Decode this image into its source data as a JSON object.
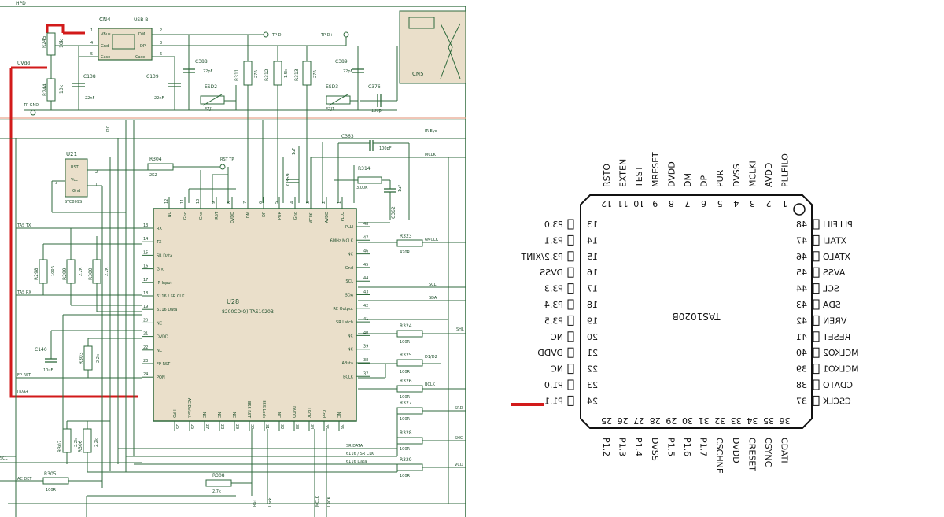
{
  "schematic": {
    "colors": {
      "wire": "#2f6a3c",
      "ic_fill": "#eadfca",
      "red": "#d21a1a",
      "sep": "#e8a58c",
      "text": "#1f4f2c"
    },
    "net_hpd": "HPD",
    "usb": {
      "ref": "CN4",
      "type": "USB-B",
      "pin_vbus": "VBus",
      "pin_gnd": "Gnd",
      "pin_case": "Case",
      "pin_case2": "Case",
      "pin_dm": "DM",
      "pin_dp": "DP",
      "p1": "1",
      "p2": "2",
      "p3": "3",
      "p4": "4",
      "p5": "5",
      "p6": "6"
    },
    "r245": {
      "ref": "R245",
      "value": "10k"
    },
    "r244": {
      "ref": "R244",
      "value": "10k"
    },
    "uvdd_label": "UVdd",
    "tp_gnd": "TP GND",
    "c138": {
      "ref": "C138",
      "value": "22nF"
    },
    "c139": {
      "ref": "C139",
      "value": "22nF"
    },
    "c388": {
      "ref": "C388",
      "value": "22pF"
    },
    "esd2": {
      "ref": "ESD2",
      "value": "EZJ1"
    },
    "r311": {
      "ref": "R311",
      "value": "27R"
    },
    "r312": {
      "ref": "R312",
      "value": "1.5k"
    },
    "r313": {
      "ref": "R313",
      "value": "27R"
    },
    "esd3": {
      "ref": "ESD3",
      "value": "EZJ1"
    },
    "c389": {
      "ref": "C389",
      "value": "22pF"
    },
    "c376": {
      "ref": "C376",
      "value": "100pF"
    },
    "tp_dm": "TP D-",
    "tp_dp": "TP D+",
    "cn5": "CN5",
    "label_i2": "I2C",
    "ir_eye": "IR Eye",
    "c363": {
      "ref": "C363",
      "value": "100pF"
    },
    "mclk_net": "MCLK",
    "u21": {
      "ref": "U21",
      "part": "STC809S",
      "pin_rst": "RST",
      "pin_vcc": "Vcc",
      "pin_gnd": "Gnd",
      "p1": "1",
      "p2": "2",
      "p3": "3"
    },
    "r304": {
      "ref": "R304",
      "value": "2K2"
    },
    "rst_tp": "RST TP",
    "c359": {
      "ref": "C359",
      "value": "1uF"
    },
    "r314": {
      "ref": "R314",
      "value": "3.00K"
    },
    "c362": {
      "ref": "C362",
      "value": "1uF"
    },
    "tas_tx": "TAS TX",
    "tas_rx": "TAS RX",
    "r298": {
      "ref": "R298",
      "value": "100R"
    },
    "r299": {
      "ref": "R299",
      "value": "2.2K"
    },
    "r300": {
      "ref": "R300",
      "value": "2.2K"
    },
    "u28": {
      "ref": "U28",
      "part": "8200CD(Q) TAS1020B"
    },
    "left_pins": [
      {
        "n": "13",
        "label": "RX"
      },
      {
        "n": "14",
        "label": "TX"
      },
      {
        "n": "15",
        "label": "SR Data"
      },
      {
        "n": "16",
        "label": "Gnd"
      },
      {
        "n": "17",
        "label": "IR Input"
      },
      {
        "n": "18",
        "label": "6116 / SR CLK"
      },
      {
        "n": "19",
        "label": "6116 Data"
      },
      {
        "n": "20",
        "label": "NC"
      },
      {
        "n": "21",
        "label": "DVDD"
      },
      {
        "n": "22",
        "label": "NC"
      },
      {
        "n": "23",
        "label": "FP RST"
      },
      {
        "n": "24",
        "label": "PON"
      }
    ],
    "right_pins": [
      {
        "n": "48",
        "label": "PLLI"
      },
      {
        "n": "47",
        "label": "6MHz MCLK"
      },
      {
        "n": "46",
        "label": "NC"
      },
      {
        "n": "45",
        "label": "Gnd"
      },
      {
        "n": "44",
        "label": "SCL"
      },
      {
        "n": "43",
        "label": "SDA"
      },
      {
        "n": "42",
        "label": "RC Output"
      },
      {
        "n": "41",
        "label": "SR Latch"
      },
      {
        "n": "40",
        "label": "NC"
      },
      {
        "n": "39",
        "label": "NC"
      },
      {
        "n": "38",
        "label": "ABsta"
      },
      {
        "n": "37",
        "label": "BCLK"
      }
    ],
    "top_pins": [
      {
        "n": "12",
        "label": "NC"
      },
      {
        "n": "11",
        "label": "Gnd"
      },
      {
        "n": "10",
        "label": "Gnd"
      },
      {
        "n": "9",
        "label": "RST"
      },
      {
        "n": "8",
        "label": "DVDD"
      },
      {
        "n": "7",
        "label": "DM"
      },
      {
        "n": "6",
        "label": "DP"
      },
      {
        "n": "5",
        "label": "PUR"
      },
      {
        "n": "4",
        "label": "Gnd"
      },
      {
        "n": "3",
        "label": "MCLKI"
      },
      {
        "n": "2",
        "label": "AVDD"
      },
      {
        "n": "1",
        "label": "PLLO"
      }
    ],
    "bottom_pins": [
      {
        "n": "25",
        "label": "HPD"
      },
      {
        "n": "26",
        "label": "AC Detect"
      },
      {
        "n": "27",
        "label": "NC"
      },
      {
        "n": "28",
        "label": "NC"
      },
      {
        "n": "29",
        "label": "NC"
      },
      {
        "n": "30",
        "label": "BSS RST"
      },
      {
        "n": "31",
        "label": "BSS Lock"
      },
      {
        "n": "32",
        "label": "NC"
      },
      {
        "n": "33",
        "label": "DVDD"
      },
      {
        "n": "34",
        "label": "LRCK"
      },
      {
        "n": "35",
        "label": "Gnd"
      },
      {
        "n": "36",
        "label": "NC"
      }
    ],
    "r323": {
      "ref": "R323",
      "value": "470R"
    },
    "mclk6": "6MCLK",
    "scl_net": "SCL",
    "sda_net": "SDA",
    "r324": {
      "ref": "R324",
      "value": "100R"
    },
    "r325": {
      "ref": "R325",
      "value": "100R"
    },
    "r326": {
      "ref": "R326",
      "value": "100R"
    },
    "r327": {
      "ref": "R327",
      "value": "100R"
    },
    "r328": {
      "ref": "R328",
      "value": "100R"
    },
    "r329": {
      "ref": "R329",
      "value": "100R"
    },
    "shl": "SHL",
    "d1d2": "D1/D2",
    "bclk": "BCLK",
    "srd": "SRD",
    "shc": "SHC",
    "vcd": "VCD",
    "c140": {
      "ref": "C140",
      "value": "10uF"
    },
    "r303": {
      "ref": "R303",
      "value": "2.2k"
    },
    "fp_rst": "FP RST",
    "uvdd2": "UVdd",
    "r307": {
      "ref": "R307",
      "value": "2.2k"
    },
    "r306": {
      "ref": "R306",
      "value": "2.2k"
    },
    "r305": {
      "ref": "R305",
      "value": "100R"
    },
    "r308": {
      "ref": "R308",
      "value": "2.7k"
    },
    "ac_det": "AC DET",
    "scl_left": "SCL",
    "sr_data": "SR DATA",
    "sr_clk": "6116 / SR CLK",
    "d6116": "6116 Data",
    "bot_rst": "RST",
    "bot_lock": "Lock",
    "bot_mclk": "MCLK",
    "bot_lrck": "LRCK"
  },
  "pinout": {
    "chip_label": "TAS1020B",
    "top_pins": [
      {
        "n": "12",
        "name": "RSTO"
      },
      {
        "n": "11",
        "name": "EXTEN"
      },
      {
        "n": "10",
        "name": "TEST"
      },
      {
        "n": "9",
        "name": "MRESET"
      },
      {
        "n": "8",
        "name": "DVDD"
      },
      {
        "n": "7",
        "name": "DM"
      },
      {
        "n": "6",
        "name": "DP"
      },
      {
        "n": "5",
        "name": "PUR"
      },
      {
        "n": "4",
        "name": "DVSS"
      },
      {
        "n": "3",
        "name": "MCLKI"
      },
      {
        "n": "2",
        "name": "AVDD"
      },
      {
        "n": "1",
        "name": "PLLFILO"
      }
    ],
    "left_pins": [
      {
        "n": "13",
        "name": "P3.0"
      },
      {
        "n": "14",
        "name": "P3.1"
      },
      {
        "n": "15",
        "name": "P3.2/XINT"
      },
      {
        "n": "16",
        "name": "DVSS"
      },
      {
        "n": "17",
        "name": "P3.3"
      },
      {
        "n": "18",
        "name": "P3.4"
      },
      {
        "n": "19",
        "name": "P3.5"
      },
      {
        "n": "20",
        "name": "NC"
      },
      {
        "n": "21",
        "name": "DVDD"
      },
      {
        "n": "22",
        "name": "NC"
      },
      {
        "n": "23",
        "name": "P1.0"
      },
      {
        "n": "24",
        "name": "P1.1"
      }
    ],
    "right_pins": [
      {
        "n": "48",
        "name": "PLLFILI"
      },
      {
        "n": "47",
        "name": "XTALI"
      },
      {
        "n": "46",
        "name": "XTALO"
      },
      {
        "n": "45",
        "name": "AVSS"
      },
      {
        "n": "44",
        "name": "SCL"
      },
      {
        "n": "43",
        "name": "SDA"
      },
      {
        "n": "42",
        "name": "VREN"
      },
      {
        "n": "41",
        "name": "RESET"
      },
      {
        "n": "40",
        "name": "MCLKO2"
      },
      {
        "n": "39",
        "name": "MCLKO1"
      },
      {
        "n": "38",
        "name": "CDATO"
      },
      {
        "n": "37",
        "name": "CSCLK"
      }
    ],
    "bottom_pins": [
      {
        "n": "25",
        "name": "P1.2"
      },
      {
        "n": "26",
        "name": "P1.3"
      },
      {
        "n": "27",
        "name": "P1.4"
      },
      {
        "n": "28",
        "name": "DVSS"
      },
      {
        "n": "29",
        "name": "P1.5"
      },
      {
        "n": "30",
        "name": "P1.6"
      },
      {
        "n": "31",
        "name": "P1.7"
      },
      {
        "n": "32",
        "name": "CSCHNE"
      },
      {
        "n": "33",
        "name": "DVDD"
      },
      {
        "n": "34",
        "name": "CRESET"
      },
      {
        "n": "35",
        "name": "CSYNC"
      },
      {
        "n": "36",
        "name": "CDATI"
      }
    ]
  }
}
